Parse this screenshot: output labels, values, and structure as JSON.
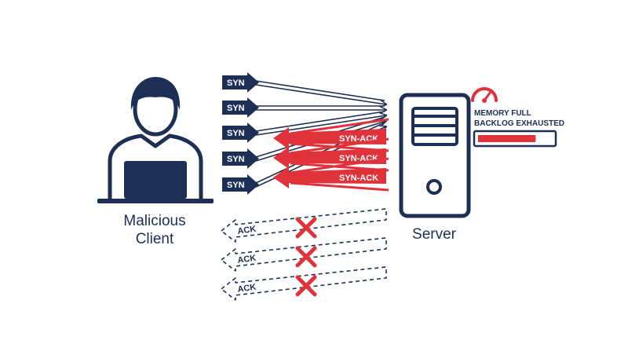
{
  "colors": {
    "navy": "#1d2f55",
    "red": "#e0323a",
    "white": "#ffffff"
  },
  "client": {
    "label_line1": "Malicious",
    "label_line2": "Client",
    "icon": "user-at-laptop-icon"
  },
  "server": {
    "label": "Server",
    "icon": "server-tower-icon"
  },
  "status": {
    "line1": "MEMORY FULL",
    "line2": "BACKLOG EXHAUSTED",
    "gauge_icon": "speedometer-gauge-icon",
    "backlog_fill_fraction": 0.78
  },
  "syn_packets": [
    {
      "label": "SYN"
    },
    {
      "label": "SYN"
    },
    {
      "label": "SYN"
    },
    {
      "label": "SYN"
    },
    {
      "label": "SYN"
    }
  ],
  "synack_packets": [
    {
      "label": "SYN-ACK"
    },
    {
      "label": "SYN-ACK"
    },
    {
      "label": "SYN-ACK"
    }
  ],
  "ack_packets": [
    {
      "label": "ACK",
      "blocked": true
    },
    {
      "label": "ACK",
      "blocked": true
    },
    {
      "label": "ACK",
      "blocked": true
    }
  ]
}
